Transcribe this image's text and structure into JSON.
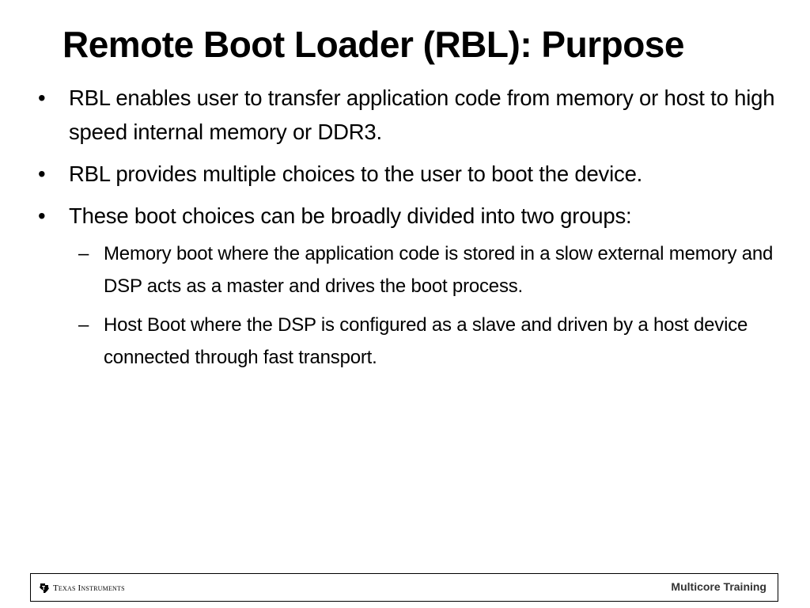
{
  "slide": {
    "title": "Remote Boot Loader (RBL): Purpose",
    "bullet_symbol": "•",
    "sub_bullet_symbol": "–",
    "bullets": [
      {
        "text": "RBL enables user to transfer application code from memory or host to high speed internal memory or DDR3."
      },
      {
        "text": "RBL provides multiple choices to the user to boot the device."
      },
      {
        "text": "These boot choices can be broadly divided into two groups:"
      }
    ],
    "sub_bullets": [
      {
        "text": "Memory boot  where the application code is stored in a slow external memory and DSP acts as a master and drives the boot process."
      },
      {
        "text": "Host Boot where the DSP is configured as a slave and driven by a host device connected through fast transport."
      }
    ]
  },
  "footer": {
    "logo_icon": "texas-instruments-logo-icon",
    "logo_text": "Texas Instruments",
    "label": "Multicore Training",
    "label_color": "#333333"
  }
}
